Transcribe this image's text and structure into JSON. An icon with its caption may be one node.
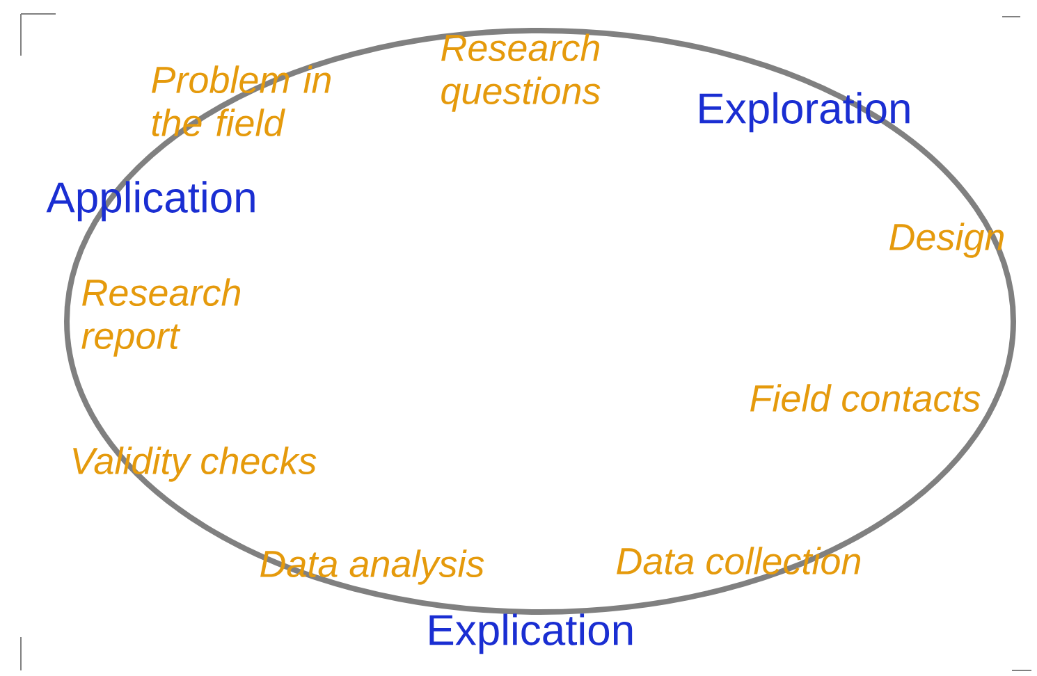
{
  "diagram": {
    "labels": [
      "Research questions",
      "Problem in the field",
      "Exploration",
      "Application",
      "Design",
      "Research report",
      "Field contacts",
      "Validity checks",
      "Data analysis",
      "Data collection",
      "Explication"
    ]
  }
}
